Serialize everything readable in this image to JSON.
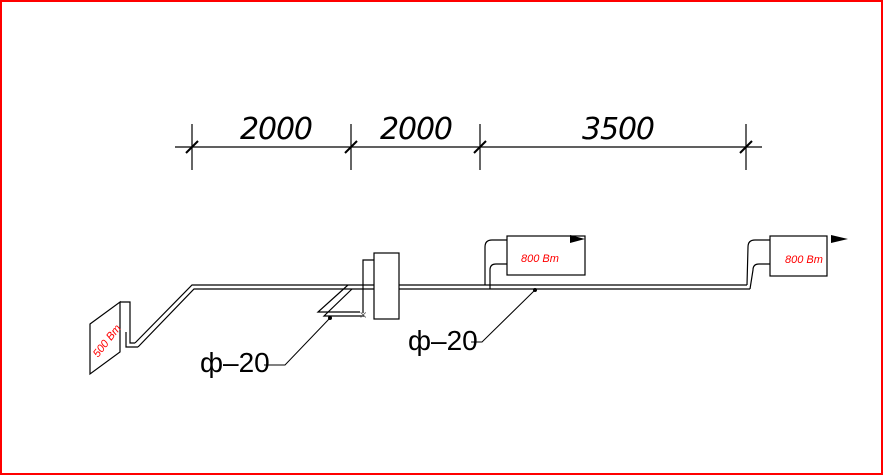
{
  "drawing": {
    "dimensions": [
      "2000",
      "2000",
      "3500"
    ],
    "radiators": [
      {
        "label": "500 Вт"
      },
      {
        "label": "800 Вт"
      },
      {
        "label": "800 Вт"
      }
    ],
    "pipe_labels": [
      "ф–20",
      "ф–20"
    ],
    "colors": {
      "border": "#ff0000",
      "radiator_text": "#ff0000",
      "lines": "#000000"
    }
  }
}
